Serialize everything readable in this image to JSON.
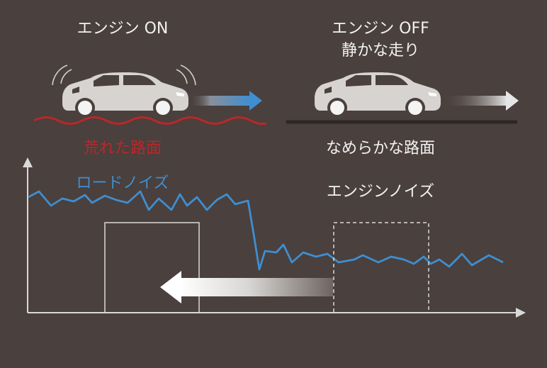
{
  "left_scene": {
    "title": "エンジン ON",
    "road_label": "荒れた路面"
  },
  "right_scene": {
    "title": "エンジン OFF",
    "subtitle": "静かな走り",
    "road_label": "なめらかな路面"
  },
  "graph": {
    "road_noise_label": "ロードノイズ",
    "engine_noise_label": "エンジンノイズ"
  },
  "colors": {
    "background": "#4a403d",
    "road_noise": "#3f8ed0",
    "rough_road": "#b8282a",
    "text": "#f2f2f2",
    "axis": "#d9d9d9"
  },
  "icons": [
    "car-icon",
    "sound-wave-icon",
    "arrow-right-icon",
    "arrow-left-icon"
  ]
}
